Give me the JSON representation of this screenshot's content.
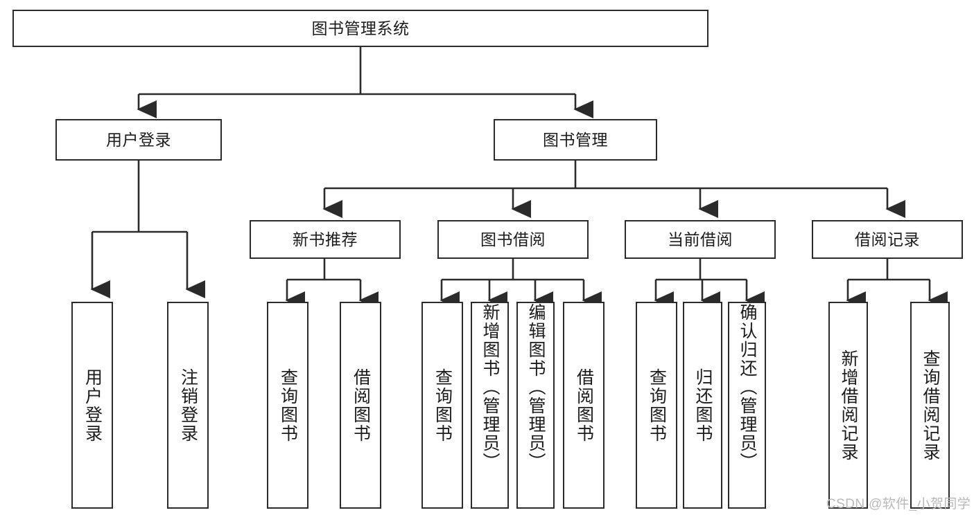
{
  "diagram": {
    "type": "tree-hierarchy",
    "title": "图书管理系统",
    "root": {
      "label": "图书管理系统"
    },
    "level2": [
      {
        "label": "用户登录"
      },
      {
        "label": "图书管理"
      }
    ],
    "level3": [
      {
        "label": "新书推荐"
      },
      {
        "label": "图书借阅"
      },
      {
        "label": "当前借阅"
      },
      {
        "label": "借阅记录"
      }
    ],
    "leaves": {
      "user_login": [
        {
          "label": "用户登录"
        },
        {
          "label": "注销登录"
        }
      ],
      "new_book_recommend": [
        {
          "label": "查询图书"
        },
        {
          "label": "借阅图书"
        }
      ],
      "book_borrow": [
        {
          "label": "查询图书"
        },
        {
          "label": "新增图书（管理员）"
        },
        {
          "label": "编辑图书（管理员）"
        },
        {
          "label": "借阅图书"
        }
      ],
      "current_borrow": [
        {
          "label": "查询图书"
        },
        {
          "label": "归还图书"
        },
        {
          "label": "确认归还（管理员）"
        }
      ],
      "borrow_record": [
        {
          "label": "新增借阅记录"
        },
        {
          "label": "查询借阅记录"
        }
      ]
    }
  },
  "watermark": {
    "text": "CSDN @软件_小贺同学"
  },
  "colors": {
    "box_border": "#2b2b2b",
    "box_fill": "#ffffff",
    "connector": "#2b2b2b",
    "text": "#1b1b1b",
    "watermark": "#b9b9b9"
  }
}
